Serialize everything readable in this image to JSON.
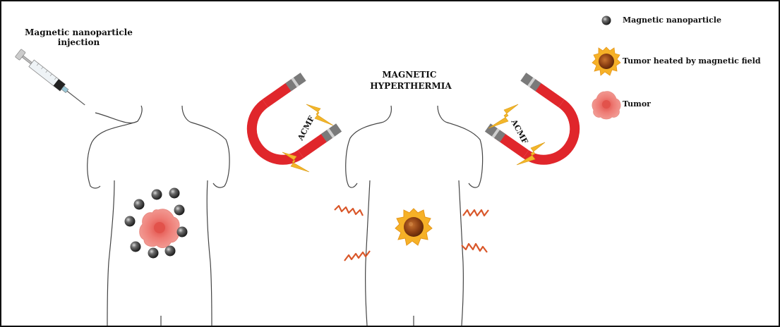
{
  "injection_label": "Magnetic nanoparticle injection",
  "center_label": "MAGNETIC HYPERTHERMIA",
  "magnet_label": "ACMF",
  "legend": {
    "nanoparticle": "Magnetic nanoparticle",
    "heated_tumor": "Tumor heated by magnetic field",
    "tumor": "Tumor"
  },
  "colors": {
    "magnet_red": "#e0262b",
    "magnet_grey": "#7a7a7a",
    "bolt_yellow": "#f3b62a",
    "heat_wave": "#d9572a",
    "tumor_pink": "#ef8d85",
    "tumor_core": "#e25a52",
    "nanoparticle": "#2b2b2b",
    "heated_orange": "#f6b127",
    "heated_core": "#9a4a17"
  },
  "icons": {
    "syringe": "syringe-icon",
    "magnet": "horseshoe-magnet-icon",
    "bolt": "lightning-bolt-icon",
    "heat": "heat-wave-icon"
  }
}
